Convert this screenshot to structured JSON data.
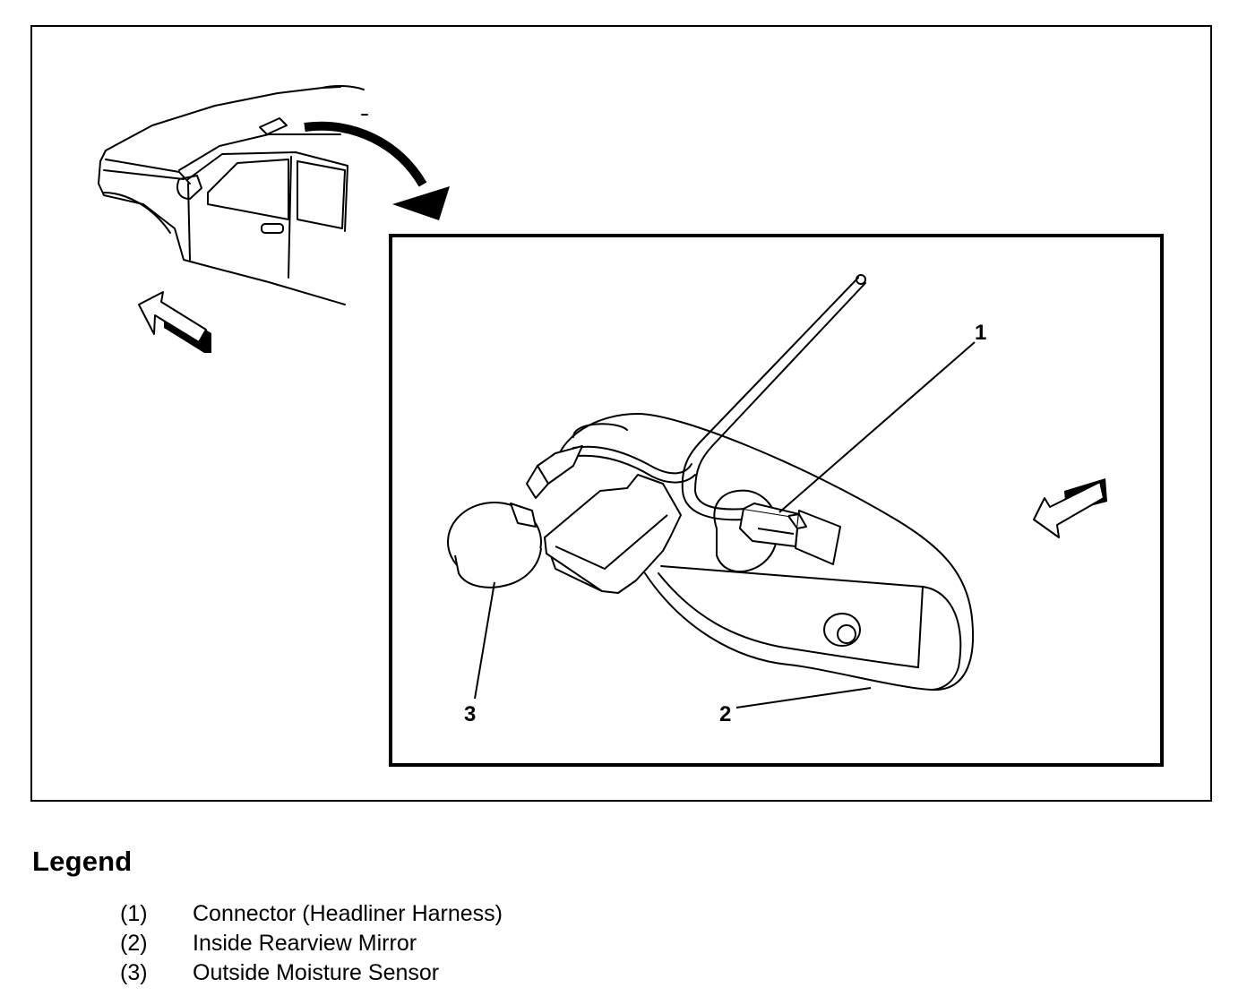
{
  "callouts": [
    "1",
    "2",
    "3"
  ],
  "legend": {
    "title": "Legend",
    "items": [
      {
        "number": "(1)",
        "label": "Connector (Headliner Harness)"
      },
      {
        "number": "(2)",
        "label": "Inside Rearview Mirror"
      },
      {
        "number": "(3)",
        "label": "Outside Moisture Sensor"
      }
    ]
  }
}
